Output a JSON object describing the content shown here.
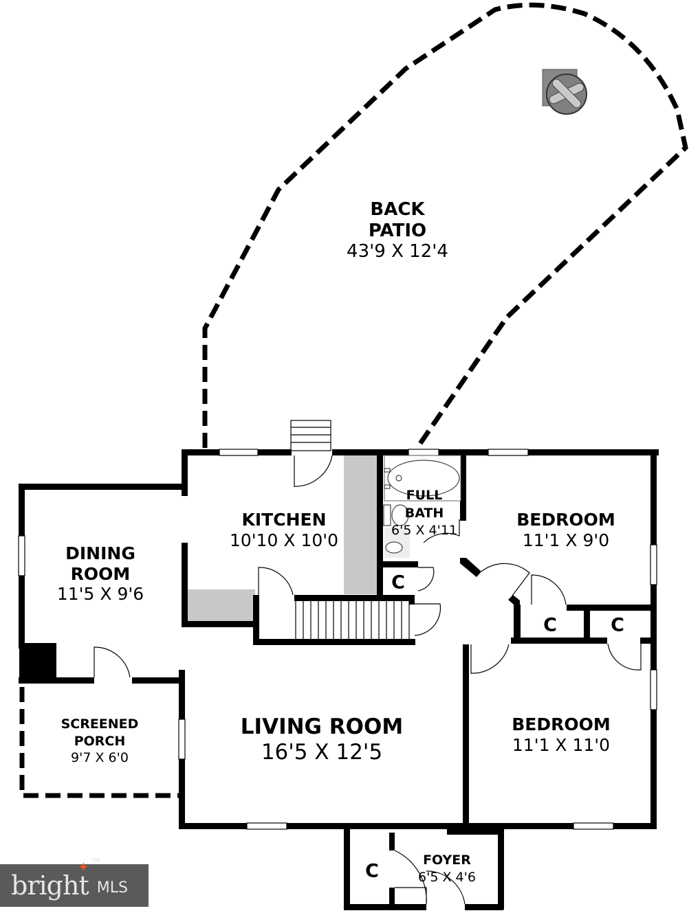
{
  "floor_plan": {
    "rooms": [
      {
        "id": "back_patio",
        "name_line1": "BACK",
        "name_line2": "PATIO",
        "dimensions": "43'9 X 12'4"
      },
      {
        "id": "kitchen",
        "name_line1": "KITCHEN",
        "dimensions": "10'10 X 10'0"
      },
      {
        "id": "full_bath",
        "name_line1": "FULL",
        "name_line2": "BATH",
        "dimensions": "6'5 X 4'11"
      },
      {
        "id": "bedroom_1",
        "name_line1": "BEDROOM",
        "dimensions": "11'1 X 9'0"
      },
      {
        "id": "dining_room",
        "name_line1": "DINING",
        "name_line2": "ROOM",
        "dimensions": "11'5 X 9'6"
      },
      {
        "id": "screened_porch",
        "name_line1": "SCREENED",
        "name_line2": "PORCH",
        "dimensions": "9'7 X 6'0"
      },
      {
        "id": "living_room",
        "name_line1": "LIVING ROOM",
        "dimensions": "16'5 X 12'5"
      },
      {
        "id": "bedroom_2",
        "name_line1": "BEDROOM",
        "dimensions": "11'1 X 11'0"
      },
      {
        "id": "foyer",
        "name_line1": "FOYER",
        "dimensions": "6'5 X 4'6"
      }
    ],
    "closets": [
      {
        "id": "closet_bath",
        "label": "C"
      },
      {
        "id": "closet_bedroom_1",
        "label": "C"
      },
      {
        "id": "closet_bedroom_2",
        "label": "C"
      },
      {
        "id": "closet_foyer",
        "label": "C"
      }
    ],
    "symbols": {
      "fire_pit": "fire-pit-icon"
    },
    "colors": {
      "wall": "#000000",
      "counter": "#c8c8c8",
      "fire_pit": "#808080",
      "logo_bg": "#5a5a5a",
      "logo_accent": "#e2572b"
    }
  },
  "watermark": {
    "brand": "bright",
    "suffix": "MLS",
    "trademark": "TM"
  }
}
